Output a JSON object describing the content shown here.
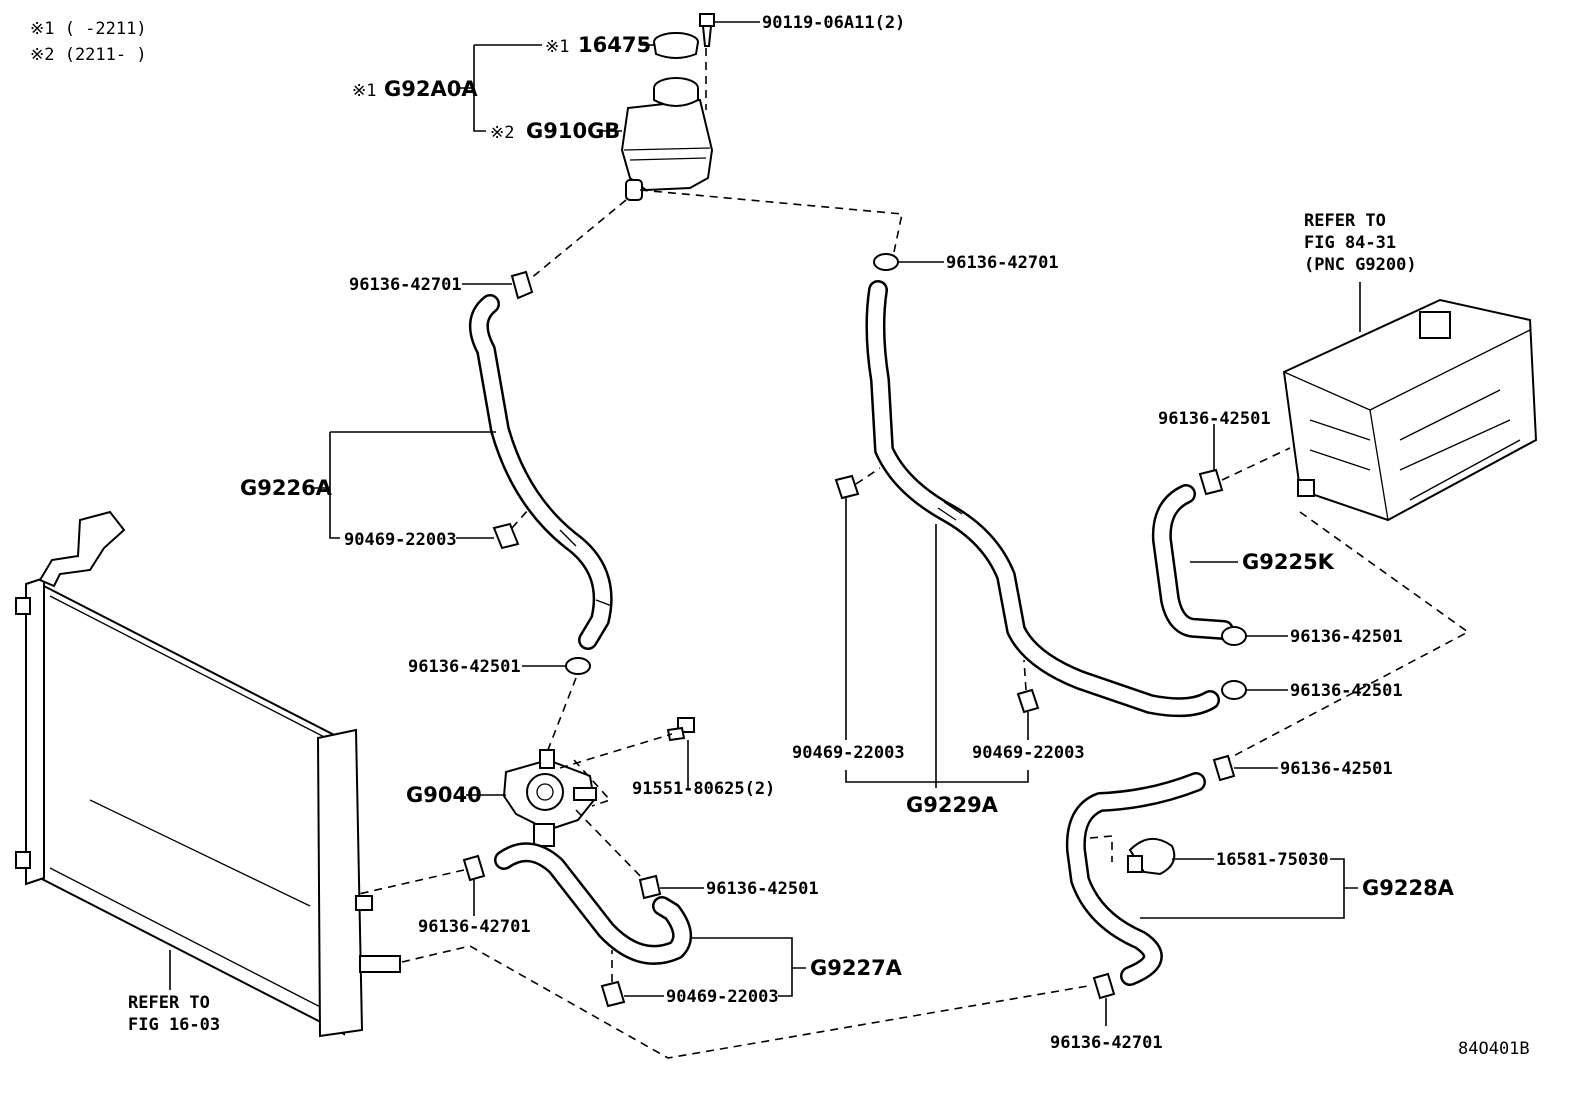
{
  "notes": {
    "n1": "※1 (   -2211)",
    "n2": "※2 (2211-   )"
  },
  "labels": {
    "bolt_top": "90119-06A11(2)",
    "cap_prefix": "※1",
    "cap": "16475",
    "tank_group_prefix": "※1",
    "tank_group": "G92A0A",
    "tank_prefix": "※2",
    "tank": "G910GB",
    "clamp_left_upper": "96136-42701",
    "clamp_mid_upper": "96136-42701",
    "hose_left": "G9226A",
    "clip_left": "90469-22003",
    "clamp_pump_top": "96136-42501",
    "pump": "G9040",
    "pump_bolt": "91551-80625(2)",
    "clamp_pump_out": "96136-42501",
    "clamp_radiator": "96136-42701",
    "hose_lower_left": "G9227A",
    "clip_lower_left": "90469-22003",
    "refer_radiator_1": "REFER TO",
    "refer_radiator_2": "FIG 16-03",
    "clip_mid_left": "90469-22003",
    "clip_mid_right": "90469-22003",
    "hose_mid": "G9229A",
    "refer_inverter_1": "REFER TO",
    "refer_inverter_2": "FIG 84-31",
    "refer_inverter_3": "(PNC G9200)",
    "clamp_inverter": "96136-42501",
    "hose_inverter": "G9225K",
    "clamp_inv_lower": "96136-42501",
    "clamp_mid_end": "96136-42501",
    "clamp_right_hose": "96136-42501",
    "bracket": "16581-75030",
    "hose_right": "G9228A",
    "clamp_bottom": "96136-42701",
    "figure_code": "84O401B"
  }
}
